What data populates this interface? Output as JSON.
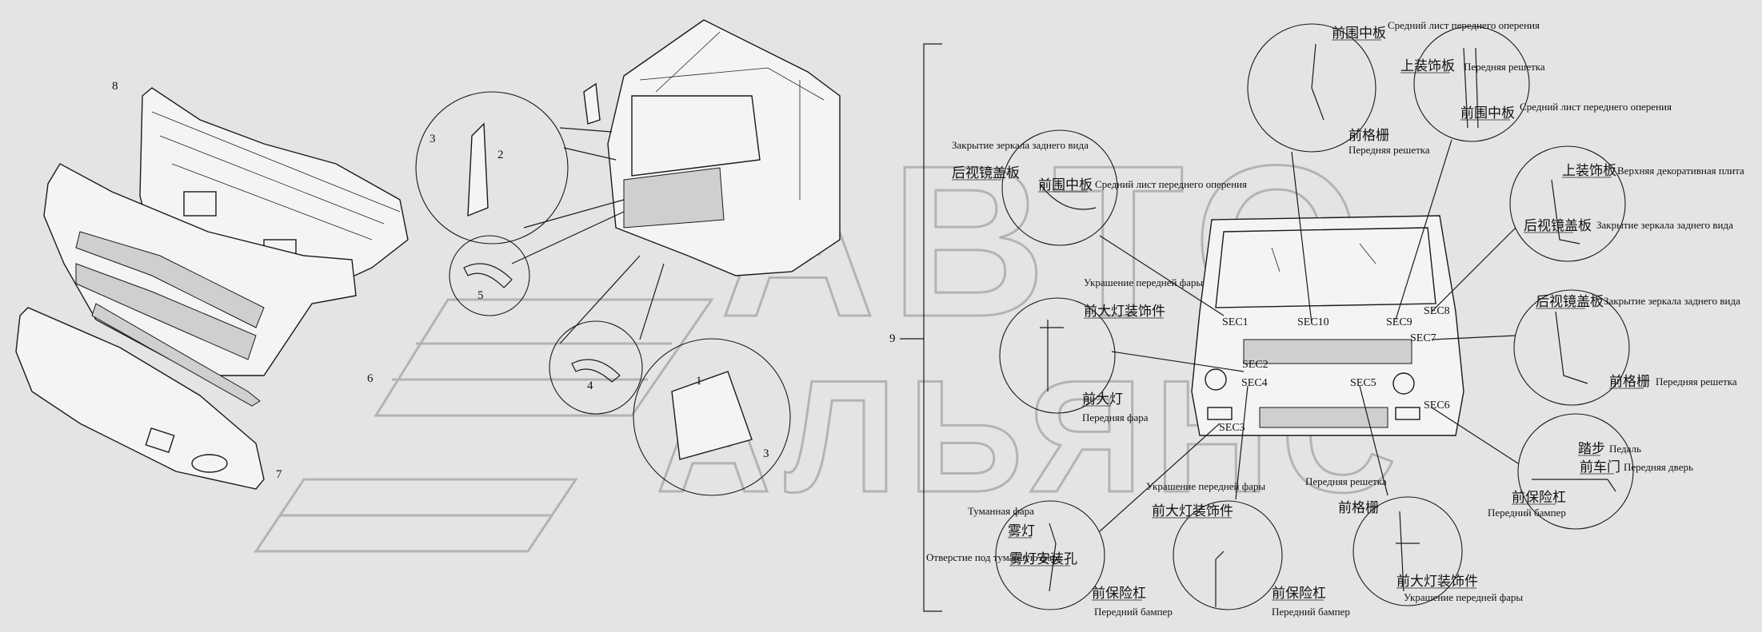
{
  "watermark": {
    "line1": "АВТО",
    "line2": "АЛЬЯНС"
  },
  "part_numbers": {
    "p1": "1",
    "p2": "2",
    "p3a": "3",
    "p3b": "3",
    "p4": "4",
    "p5": "5",
    "p6": "6",
    "p7": "7",
    "p8": "8",
    "p9": "9"
  },
  "sections": {
    "sec1": "SEC1",
    "sec2": "SEC2",
    "sec3": "SEC3",
    "sec4": "SEC4",
    "sec5": "SEC5",
    "sec6": "SEC6",
    "sec7": "SEC7",
    "sec8": "SEC8",
    "sec9": "SEC9",
    "sec10": "SEC10"
  },
  "callouts": {
    "c1_cn": "前围中板",
    "c1_ru": "Средний лист переднего оперения",
    "c2_cn1": "上装饰板",
    "c2_ru1": "Передняя решетка",
    "c2_cn2": "前围中板",
    "c2_ru2": "Средний лист переднего оперения",
    "c2_cn3": "前格栅",
    "c2_ru3": "Передняя решетка",
    "c3_ru1": "Закрытие зеркала заднего вида",
    "c3_cn1": "后视镜盖板",
    "c3_cn2": "前围中板",
    "c3_ru2": "Средний лист переднего оперения",
    "c4_cn1": "上装饰板",
    "c4_ru1": "Верхняя декоративная плита",
    "c4_cn2": "后视镜盖板",
    "c4_ru2": "Закрытие зеркала заднего вида",
    "c5_ru1": "Украшение передней фары",
    "c5_cn1": "前大灯装饰件",
    "c5_cn2": "前大灯",
    "c5_ru2": "Передняя фара",
    "c6_cn1": "后视镜盖板",
    "c6_ru1": "Закрытие зеркала заднего вида",
    "c6_cn2": "前格栅",
    "c6_ru2": "Передняя решетка",
    "c7_cn1": "踏步",
    "c7_ru1": "Педаль",
    "c7_cn2": "前车门",
    "c7_ru2": "Передняя дверь",
    "c7_cn3": "前保险杠",
    "c7_ru3": "Передний бампер",
    "c8_ru0": "Передняя решетка",
    "c9_ru1": "Туманная фара",
    "c9_cn1": "雾灯",
    "c9_ru2": "Отверстие под туманную фару",
    "c9_cn2": "雾灯安装孔",
    "c9_cn3": "前保险杠",
    "c9_ru3": "Передний бампер",
    "c10_ru1": "Украшение передней фары",
    "c10_cn1": "前大灯装饰件",
    "c10_cn2": "前保险杠",
    "c10_ru2": "Передний бампер",
    "c11_cn1": "前格栅",
    "c11_cn2": "前大灯装饰件",
    "c11_ru2": "Украшение передней фары"
  }
}
